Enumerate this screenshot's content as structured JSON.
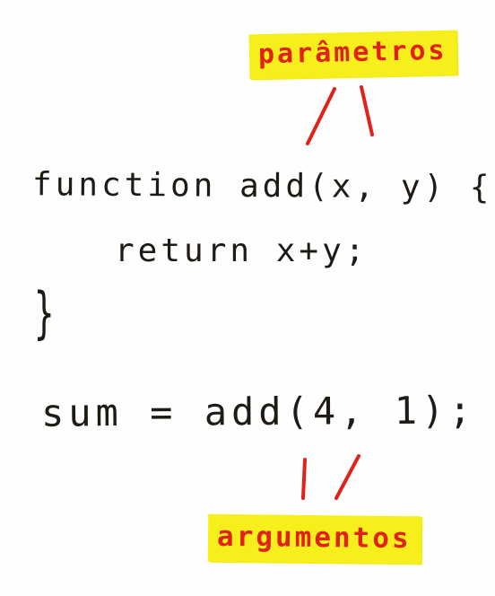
{
  "labels": {
    "parameters": "parâmetros",
    "arguments": "argumentos"
  },
  "code": {
    "function_line": "function add(x, y) {",
    "return_line": "return x+y;",
    "closing_brace": "}",
    "call_line": "sum = add(4, 1);"
  },
  "colors": {
    "label_text": "#e0221b",
    "highlight": "#f6ef1b",
    "ink": "#1f1a14",
    "connector": "#e0221b"
  }
}
